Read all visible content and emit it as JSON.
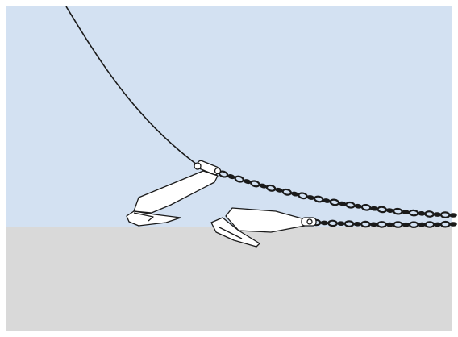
{
  "diagram": {
    "colors": {
      "water": "#d3e1f2",
      "seabed": "#d9d9d9",
      "outline": "#1a1a1a",
      "anchor_fill": "#ffffff",
      "chain": "#1a1a1a"
    },
    "elements": [
      "water-region",
      "seabed-region",
      "anchor-rode-line",
      "anchor-1",
      "anchor-2",
      "chain-1",
      "chain-2"
    ]
  }
}
